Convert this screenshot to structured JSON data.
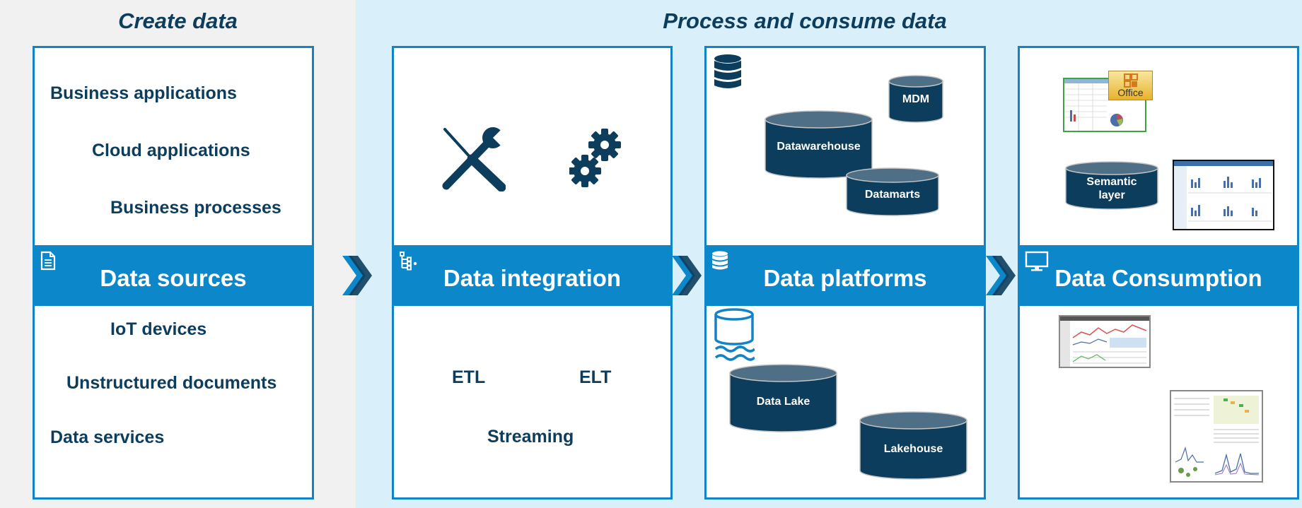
{
  "zones": {
    "create_title": "Create data",
    "process_title": "Process and consume data"
  },
  "data_sources": {
    "title": "Data sources",
    "items_top": [
      "Business applications",
      "Cloud applications",
      "Business processes"
    ],
    "items_bottom": [
      "IoT devices",
      "Unstructured documents",
      "Data services"
    ]
  },
  "data_integration": {
    "title": "Data integration",
    "methods": [
      "ETL",
      "ELT",
      "Streaming"
    ]
  },
  "data_platforms": {
    "title": "Data platforms",
    "stores_top": [
      "MDM",
      "Datawarehouse",
      "Datamarts"
    ],
    "stores_bottom": [
      "Data Lake",
      "Lakehouse"
    ]
  },
  "data_consumption": {
    "title": "Data Consumption",
    "semantic_layer": "Semantic\nlayer",
    "office_logo": "Office"
  },
  "colors": {
    "dark_blue": "#0d3d5c",
    "accent_blue": "#0c87c9",
    "light_zone": "#d9eff9",
    "grey_zone": "#f1f1f1"
  },
  "icons": [
    "document-icon",
    "tools-icon",
    "gears-icon",
    "flow-icon",
    "database-icon",
    "data-lake-icon",
    "monitor-icon",
    "chevron-right-icon"
  ]
}
